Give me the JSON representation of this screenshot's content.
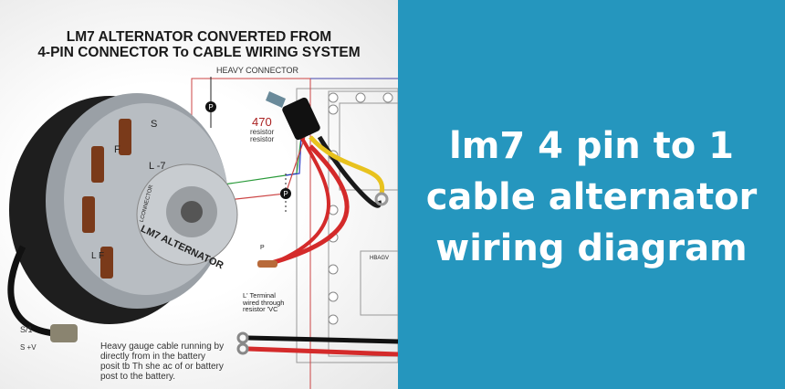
{
  "illustration": {
    "title_line1": "LM7 ALTERNATOR CONVERTED FROM",
    "title_line2": "4-PIN CONNECTOR To CABLE WIRING SYSTEM",
    "heavy_connector": "HEAVY CONNECTOR",
    "resistor_value": "470",
    "resistor_label1": "resistor",
    "resistor_label2": "resistor",
    "alternator_label": "LM7 ALTERNATOR",
    "connector_label": "LCONNECTOR",
    "terminal_s": "S",
    "terminal_f": "F",
    "terminal_l": "L -7",
    "terminal_lf": "L F",
    "terminal_note1": "L' Terminal",
    "terminal_note2": "wired through",
    "terminal_note3": "resistor 'VC",
    "cable_note1": "Heavy gauge cable running by",
    "cable_note2": "directly from in the battery",
    "cable_note3": "posit tb Th she ac of or battery",
    "cable_note4": "post to the battery.",
    "side_label1": "S/1",
    "side_label2": "S  +V",
    "p_marker": "P",
    "schematic_label": "HBAGV",
    "wire_colors": {
      "red": "#d42a2a",
      "yellow": "#e8c21e",
      "black": "#1a1a1a",
      "green": "#2a9a3a",
      "blue": "#2a3ac8"
    }
  },
  "panel": {
    "background": "#2596be",
    "headline_line1": "lm7 4 pin to 1",
    "headline_line2": "cable alternator",
    "headline_line3": "wiring diagram"
  }
}
